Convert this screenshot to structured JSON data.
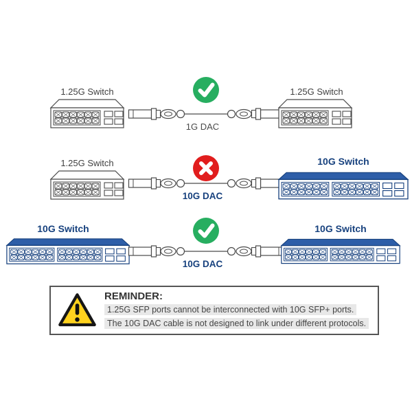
{
  "colors": {
    "check_green": "#27ae60",
    "cross_red": "#e11d1d",
    "navy_text": "#17417e",
    "switch_top_blue": "#2e5ea8",
    "line_gray": "#4a4a4a",
    "label_gray": "#3f3f3f",
    "highlight_gray": "#e8e8e8",
    "warning_yellow": "#ffd21e",
    "box_border_gray": "#555555"
  },
  "rows": [
    {
      "left_switch": {
        "label": "1.25G Switch",
        "ports": 12,
        "sfp_ports": 4,
        "theme": "gray"
      },
      "status": "check",
      "cable": {
        "label": "1G DAC",
        "theme": "gray"
      },
      "right_switch": {
        "label": "1.25G Switch",
        "ports": 12,
        "sfp_ports": 4,
        "theme": "gray"
      }
    },
    {
      "left_switch": {
        "label": "1.25G Switch",
        "ports": 12,
        "sfp_ports": 4,
        "theme": "gray"
      },
      "status": "cross",
      "cable": {
        "label": "10G DAC",
        "theme": "blue"
      },
      "right_switch": {
        "label": "10G Switch",
        "ports": 24,
        "sfp_ports": 4,
        "theme": "blue"
      }
    },
    {
      "left_switch": {
        "label": "10G Switch",
        "ports": 24,
        "sfp_ports": 4,
        "theme": "blue"
      },
      "status": "check",
      "cable": {
        "label": "10G DAC",
        "theme": "blue"
      },
      "right_switch": {
        "label": "10G Switch",
        "ports": 24,
        "sfp_ports": 4,
        "theme": "blue"
      }
    }
  ],
  "reminder": {
    "title": "REMINDER:",
    "lines": [
      "1.25G SFP ports cannot be interconnected with 10G SFP+ ports.",
      "The 10G DAC cable is not designed to link under different protocols."
    ]
  }
}
